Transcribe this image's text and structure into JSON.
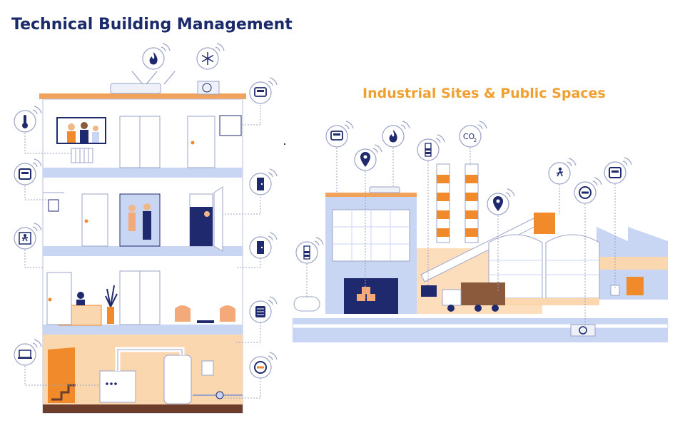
{
  "titles": {
    "left": "Technical Building Management",
    "right": "Industrial Sites & Public Spaces"
  },
  "labels": {
    "co2": "CO",
    "co2_sub": "2"
  },
  "colors": {
    "title_left": "#1b2a6b",
    "title_right": "#f0a030",
    "navy": "#1f2a6e",
    "light_blue": "#c9d6f3",
    "orange": "#f08a2a",
    "peach": "#fbd7b0",
    "brown": "#6b3d2a"
  },
  "icons": {
    "left": [
      "thermometer-icon",
      "meter-icon",
      "motion-sensor-icon",
      "laptop-icon",
      "flame-icon",
      "snowflake-icon",
      "heat-meter-icon",
      "door-sensor-icon",
      "door-sensor-icon",
      "smart-panel-icon",
      "water-meter-icon"
    ],
    "right": [
      "heat-meter-icon",
      "location-pin-icon",
      "flame-icon",
      "level-sensor-icon",
      "co2-icon",
      "location-pin-icon",
      "motion-sensor-icon",
      "water-meter-icon",
      "meter-icon",
      "level-sensor-icon"
    ]
  }
}
